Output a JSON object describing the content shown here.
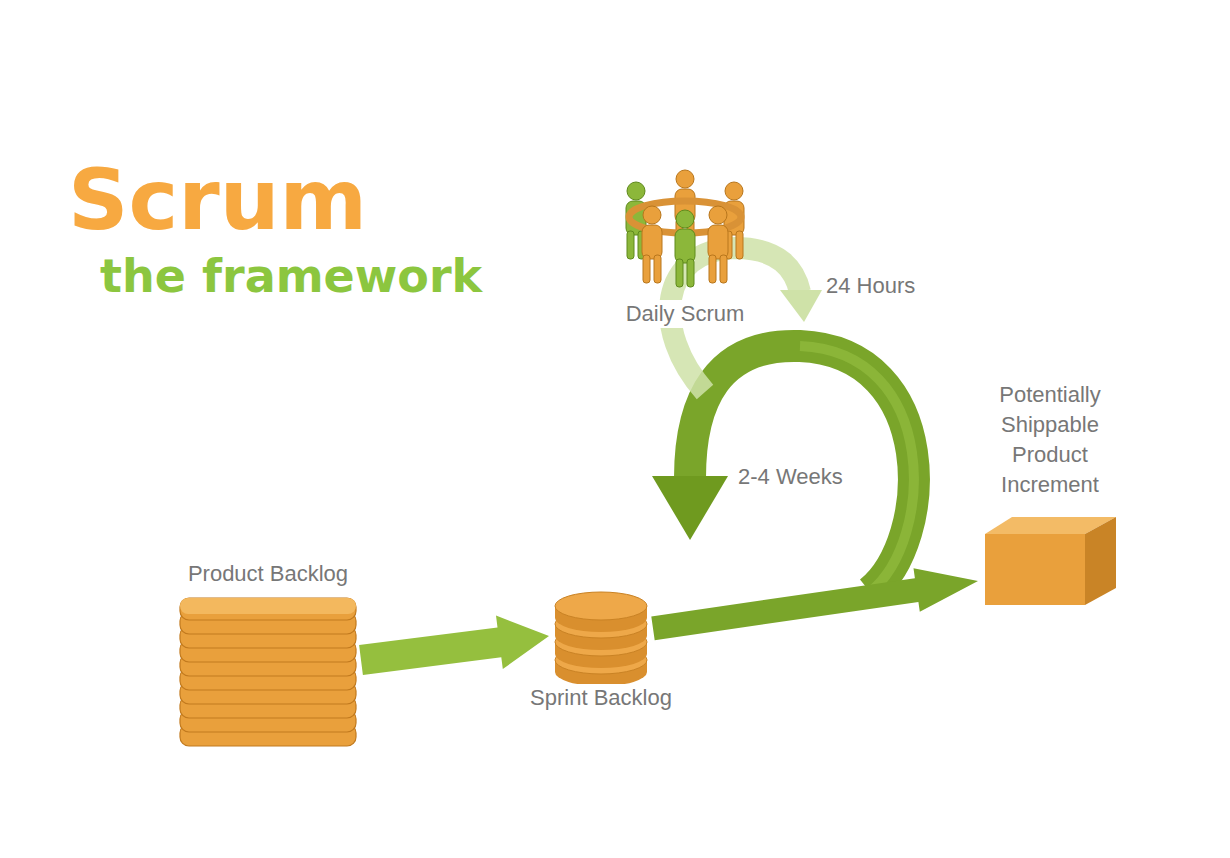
{
  "diagram": {
    "title": "Scrum",
    "nodes": [
      {
        "text": [
          "Daily Scrum"
        ]
      },
      {
        "text": [
          "Potentially Shippable Product Increment"
        ]
      },
      {
        "text": [
          "Product Backlog"
        ]
      },
      {
        "text": [
          "Sprint Backlog"
        ]
      }
    ],
    "edges": [
      {
        "from": 2,
        "to": 3,
        "arrow": "to"
      },
      {
        "from": 3,
        "to": 1,
        "arrow": "to"
      }
    ],
    "labels": [
      "the framework",
      "24 Hours",
      "2-4 Weeks"
    ]
  }
}
